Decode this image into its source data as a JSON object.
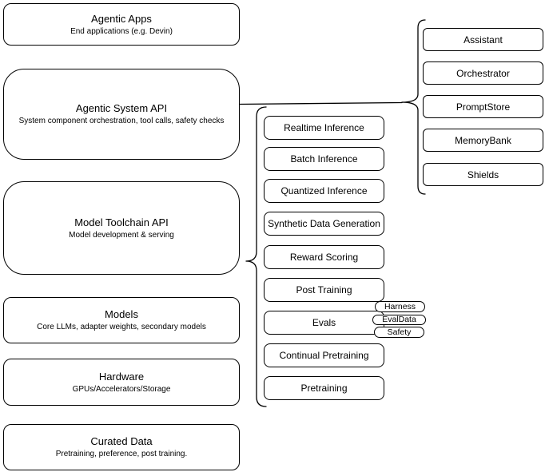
{
  "diagram": {
    "layers": [
      {
        "title": "Agentic Apps",
        "subtitle": "End applications (e.g. Devin)"
      },
      {
        "title": "Agentic System API",
        "subtitle": "System component orchestration, tool calls, safety checks"
      },
      {
        "title": "Model Toolchain API",
        "subtitle": "Model development & serving"
      },
      {
        "title": "Models",
        "subtitle": "Core LLMs, adapter weights, secondary models"
      },
      {
        "title": "Hardware",
        "subtitle": "GPUs/Accelerators/Storage"
      },
      {
        "title": "Curated Data",
        "subtitle": "Pretraining, preference, post training."
      }
    ],
    "toolchain_components": [
      "Realtime Inference",
      "Batch Inference",
      "Quantized Inference",
      "Synthetic Data Generation",
      "Reward Scoring",
      "Post Training",
      "Evals",
      "Continual Pretraining",
      "Pretraining"
    ],
    "eval_tags": [
      "Harness",
      "EvalData",
      "Safety"
    ],
    "system_components": [
      "Assistant",
      "Orchestrator",
      "PromptStore",
      "MemoryBank",
      "Shields"
    ],
    "colors": {
      "stroke": "#000000",
      "fill": "#ffffff",
      "text": "#000000"
    }
  }
}
